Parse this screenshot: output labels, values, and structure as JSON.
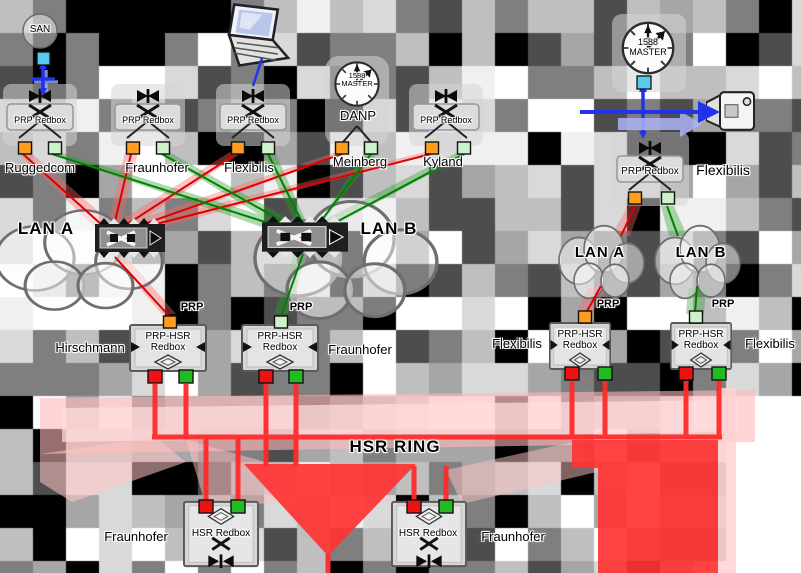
{
  "ring_title": "HSR RING",
  "san": {
    "label": "SAN"
  },
  "lans": {
    "left_a": "LAN A",
    "left_b": "LAN B",
    "right_a": "LAN A",
    "right_b": "LAN B"
  },
  "top_devices": [
    {
      "vendor": "Ruggedcom",
      "box_label": "PRP Redbox"
    },
    {
      "vendor": "Fraunhofer",
      "box_label": "PRP Redbox"
    },
    {
      "vendor": "Flexibilis",
      "box_label": "PRP Redbox"
    },
    {
      "vendor": "Meinberg",
      "box_label": "DANP",
      "clock_top": "1588",
      "clock_bottom": "MASTER"
    },
    {
      "vendor": "Kyland",
      "box_label": "PRP Redbox"
    }
  ],
  "right_group": {
    "clock_top": "1588",
    "clock_bottom": "MASTER",
    "box_label": "PRP Redbox",
    "vendor": "Flexibilis"
  },
  "prp_hsr_redboxes": [
    {
      "line1": "PRP-HSR",
      "line2": "Redbox",
      "port": "PRP",
      "vendor": "Hirschmann"
    },
    {
      "line1": "PRP-HSR",
      "line2": "Redbox",
      "port": "PRP",
      "vendor": "Fraunhofer"
    },
    {
      "line1": "PRP-HSR",
      "line2": "Redbox",
      "port": "PRP",
      "vendor": "Flexibilis"
    },
    {
      "line1": "PRP-HSR",
      "line2": "Redbox",
      "port": "PRP",
      "vendor": "Flexibilis"
    }
  ],
  "hsr_redboxes": [
    {
      "label": "HSR Redbox",
      "vendor": "Fraunhofer"
    },
    {
      "label": "HSR Redbox",
      "vendor": "Fraunhofer"
    }
  ],
  "colors": {
    "lan_a_port": "#ff9d1e",
    "lan_b_port": "#cdf0cd",
    "hsr_port_a": "#ee1111",
    "hsr_port_b": "#22bb22",
    "red_line": "#dd0000",
    "green_line": "#008100",
    "ring_red": "#ff2a2a",
    "sync_blue": "#2233ee",
    "clock_square": "#58c9ef"
  }
}
